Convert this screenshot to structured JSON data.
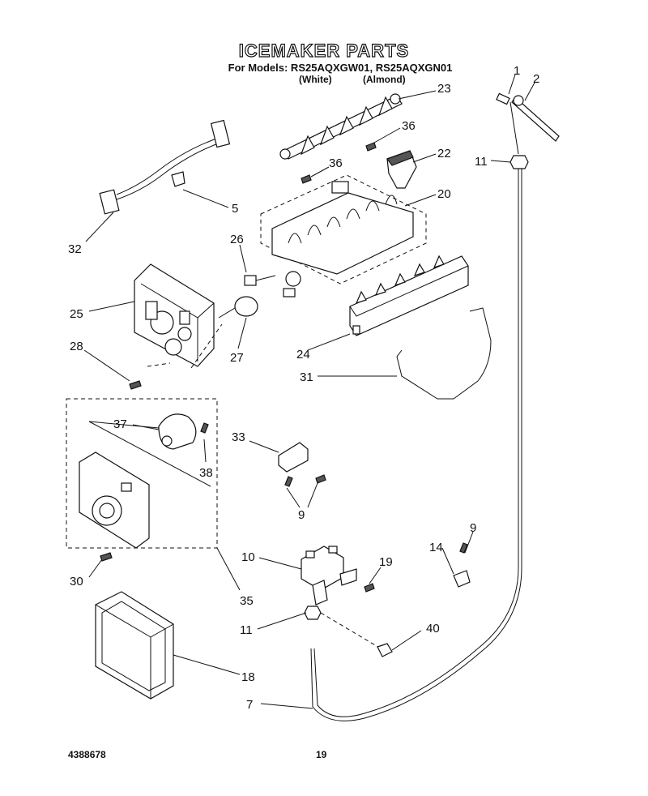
{
  "header": {
    "title": "ICEMAKER PARTS",
    "models": "For Models: RS25AQXGW01, RS25AQXGN01",
    "variant_white": "(White)",
    "variant_almond": "(Almond)"
  },
  "footer": {
    "doc_number": "4388678",
    "page_number": "19"
  },
  "callouts": [
    {
      "id": "c1",
      "text": "1"
    },
    {
      "id": "c2",
      "text": "2"
    },
    {
      "id": "c23",
      "text": "23"
    },
    {
      "id": "c36a",
      "text": "36"
    },
    {
      "id": "c36b",
      "text": "36"
    },
    {
      "id": "c22",
      "text": "22"
    },
    {
      "id": "c11a",
      "text": "11"
    },
    {
      "id": "c20",
      "text": "20"
    },
    {
      "id": "c5",
      "text": "5"
    },
    {
      "id": "c32",
      "text": "32"
    },
    {
      "id": "c26",
      "text": "26"
    },
    {
      "id": "c25",
      "text": "25"
    },
    {
      "id": "c27",
      "text": "27"
    },
    {
      "id": "c28",
      "text": "28"
    },
    {
      "id": "c24",
      "text": "24"
    },
    {
      "id": "c31",
      "text": "31"
    },
    {
      "id": "c37",
      "text": "37"
    },
    {
      "id": "c38",
      "text": "38"
    },
    {
      "id": "c33",
      "text": "33"
    },
    {
      "id": "c9a",
      "text": "9"
    },
    {
      "id": "c9b",
      "text": "9"
    },
    {
      "id": "c14",
      "text": "14"
    },
    {
      "id": "c10",
      "text": "10"
    },
    {
      "id": "c19",
      "text": "19"
    },
    {
      "id": "c30",
      "text": "30"
    },
    {
      "id": "c35",
      "text": "35"
    },
    {
      "id": "c11b",
      "text": "11"
    },
    {
      "id": "c40",
      "text": "40"
    },
    {
      "id": "c18",
      "text": "18"
    },
    {
      "id": "c7",
      "text": "7"
    }
  ]
}
